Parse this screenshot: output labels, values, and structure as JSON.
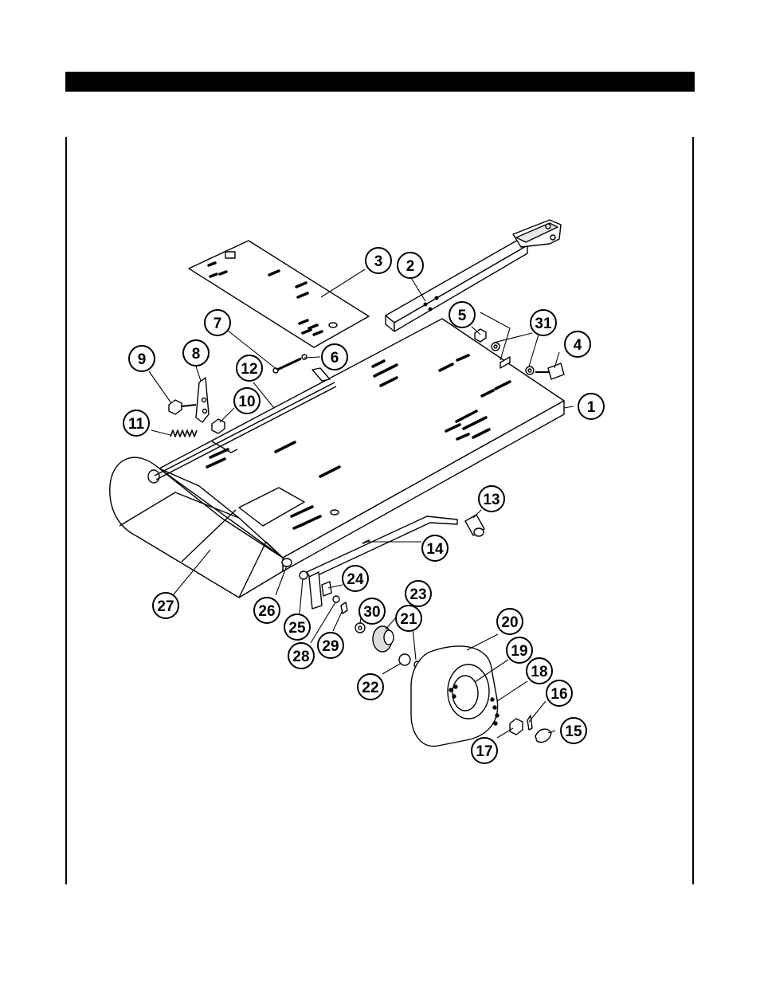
{
  "callouts": [
    {
      "label": "1"
    },
    {
      "label": "2"
    },
    {
      "label": "3"
    },
    {
      "label": "4"
    },
    {
      "label": "5"
    },
    {
      "label": "6"
    },
    {
      "label": "7"
    },
    {
      "label": "8"
    },
    {
      "label": "9"
    },
    {
      "label": "10"
    },
    {
      "label": "11"
    },
    {
      "label": "12"
    },
    {
      "label": "13"
    },
    {
      "label": "14"
    },
    {
      "label": "15"
    },
    {
      "label": "16"
    },
    {
      "label": "17"
    },
    {
      "label": "18"
    },
    {
      "label": "19"
    },
    {
      "label": "20"
    },
    {
      "label": "21"
    },
    {
      "label": "22"
    },
    {
      "label": "23"
    },
    {
      "label": "24"
    },
    {
      "label": "25"
    },
    {
      "label": "26"
    },
    {
      "label": "27"
    },
    {
      "label": "28"
    },
    {
      "label": "29"
    },
    {
      "label": "30"
    },
    {
      "label": "31"
    }
  ],
  "colors": {
    "ink": "#000000",
    "paper": "#ffffff",
    "shade": "#d9d9d9"
  }
}
